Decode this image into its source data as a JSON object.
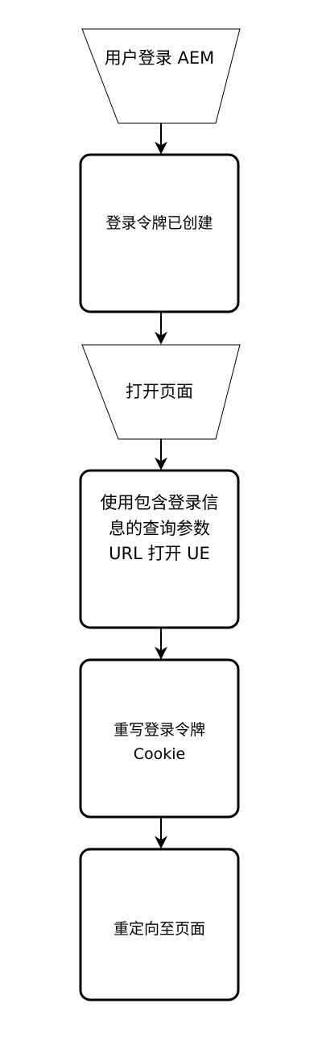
{
  "colors": {
    "background": "#ffffff",
    "stroke": "#000000",
    "text": "#000000"
  },
  "flowchart": {
    "steps": [
      {
        "label": "用户登录 AEM",
        "shape": "manual-operation"
      },
      {
        "label": "登录令牌已创建",
        "shape": "rounded-rectangle"
      },
      {
        "label": "打开页面",
        "shape": "manual-operation"
      },
      {
        "label": "使用包含登录信\n息的查询参数\nURL 打开 UE",
        "shape": "rounded-rectangle"
      },
      {
        "label": "重写登录令牌\nCookie",
        "shape": "rounded-rectangle"
      },
      {
        "label": "重定向至页面",
        "shape": "rounded-rectangle"
      }
    ]
  }
}
